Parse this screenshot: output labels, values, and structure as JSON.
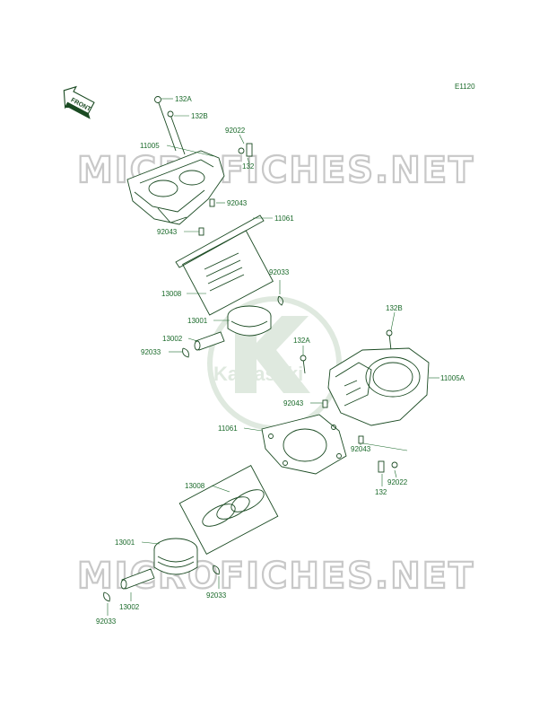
{
  "diagram": {
    "code": "E1120",
    "front_label": "FRONT",
    "brand": "Kawasaki",
    "watermark": "MICROFICHES.NET",
    "labels": {
      "l132A_top": "132A",
      "l132B_top": "132B",
      "l92022_top": "92022",
      "l11005": "11005",
      "l132_top": "132",
      "l92043_a": "92043",
      "l11061_top": "11061",
      "l92043_b": "92043",
      "l92033_top": "92033",
      "l13008_top": "13008",
      "l13001_top": "13001",
      "l13002_top": "13002",
      "l92033_mid": "92033",
      "l132B_right": "132B",
      "l132A_mid": "132A",
      "l11005A": "11005A",
      "l92043_c": "92043",
      "l11061_mid": "11061",
      "l92043_d": "92043",
      "l92022_right": "92022",
      "l132_right": "132",
      "l13008_bot": "13008",
      "l13001_bot": "13001",
      "l92033_bot_r": "92033",
      "l13002_bot": "13002",
      "l92033_bot_l": "92033"
    }
  }
}
